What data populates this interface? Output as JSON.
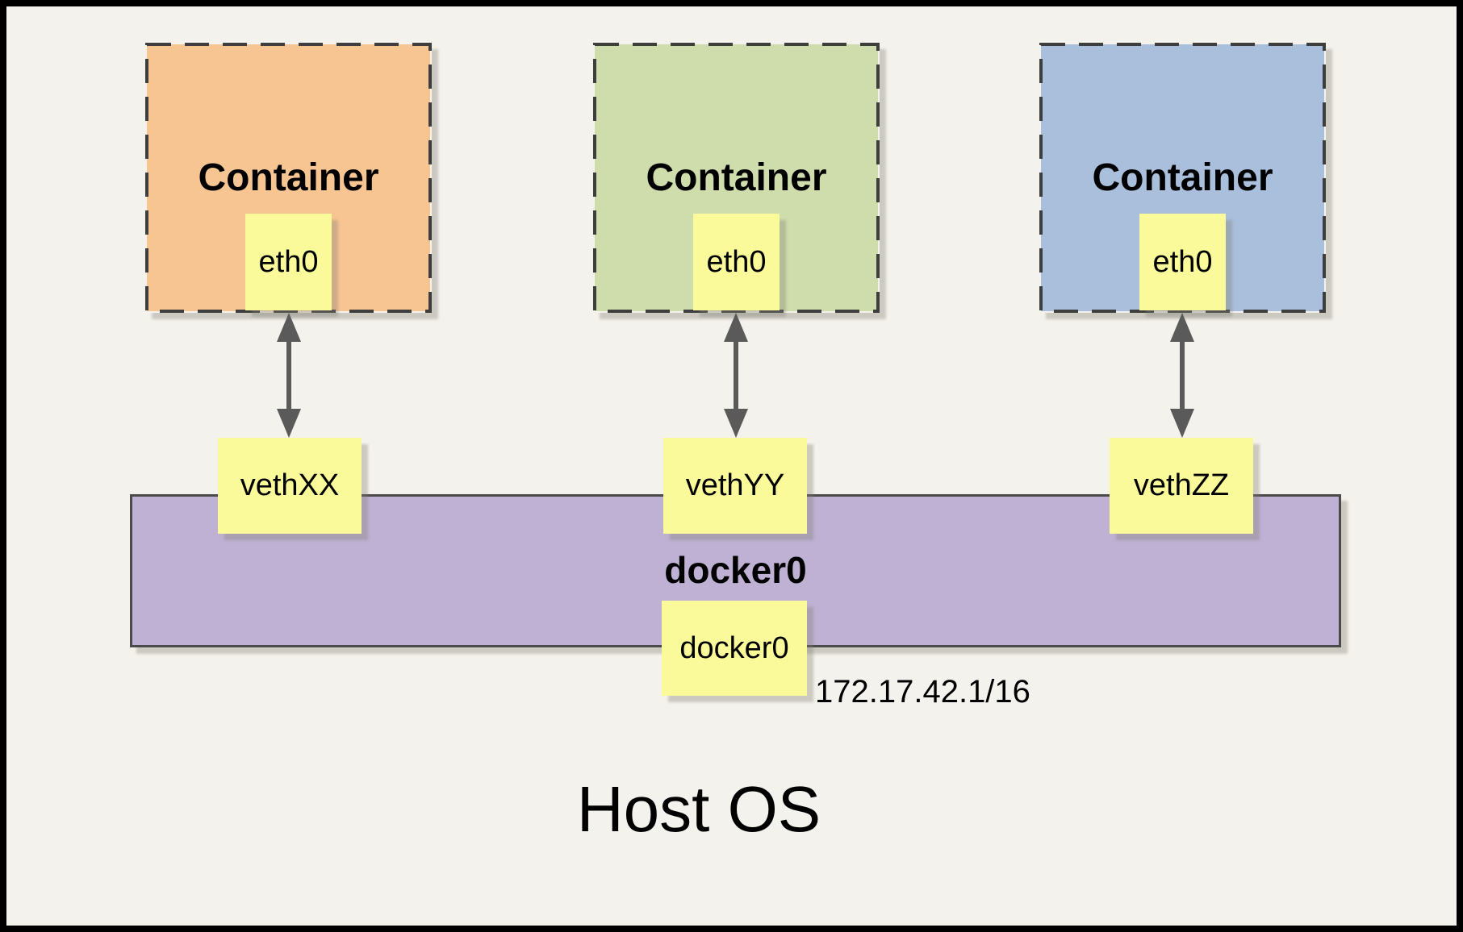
{
  "colors": {
    "background": "#F4F2EC",
    "container_orange": "#F7C591",
    "container_green": "#CFDDAD",
    "container_blue": "#AABFDC",
    "note_yellow": "#FBFA9B",
    "bridge_purple": "#BEB1D3",
    "border_dark": "#3E3E3E",
    "bar_border": "#4A4A4A",
    "arrow_gray": "#5A5A5A",
    "text_black": "#000000",
    "frame_black": "#000000"
  },
  "containers": [
    {
      "label": "Container",
      "nic_label": "eth0",
      "veth_label": "vethXX"
    },
    {
      "label": "Container",
      "nic_label": "eth0",
      "veth_label": "vethYY"
    },
    {
      "label": "Container",
      "nic_label": "eth0",
      "veth_label": "vethZZ"
    }
  ],
  "bridge": {
    "label": "docker0",
    "nic_label": "docker0",
    "ip_address": "172.17.42.1/16"
  },
  "host": {
    "label": "Host OS"
  }
}
